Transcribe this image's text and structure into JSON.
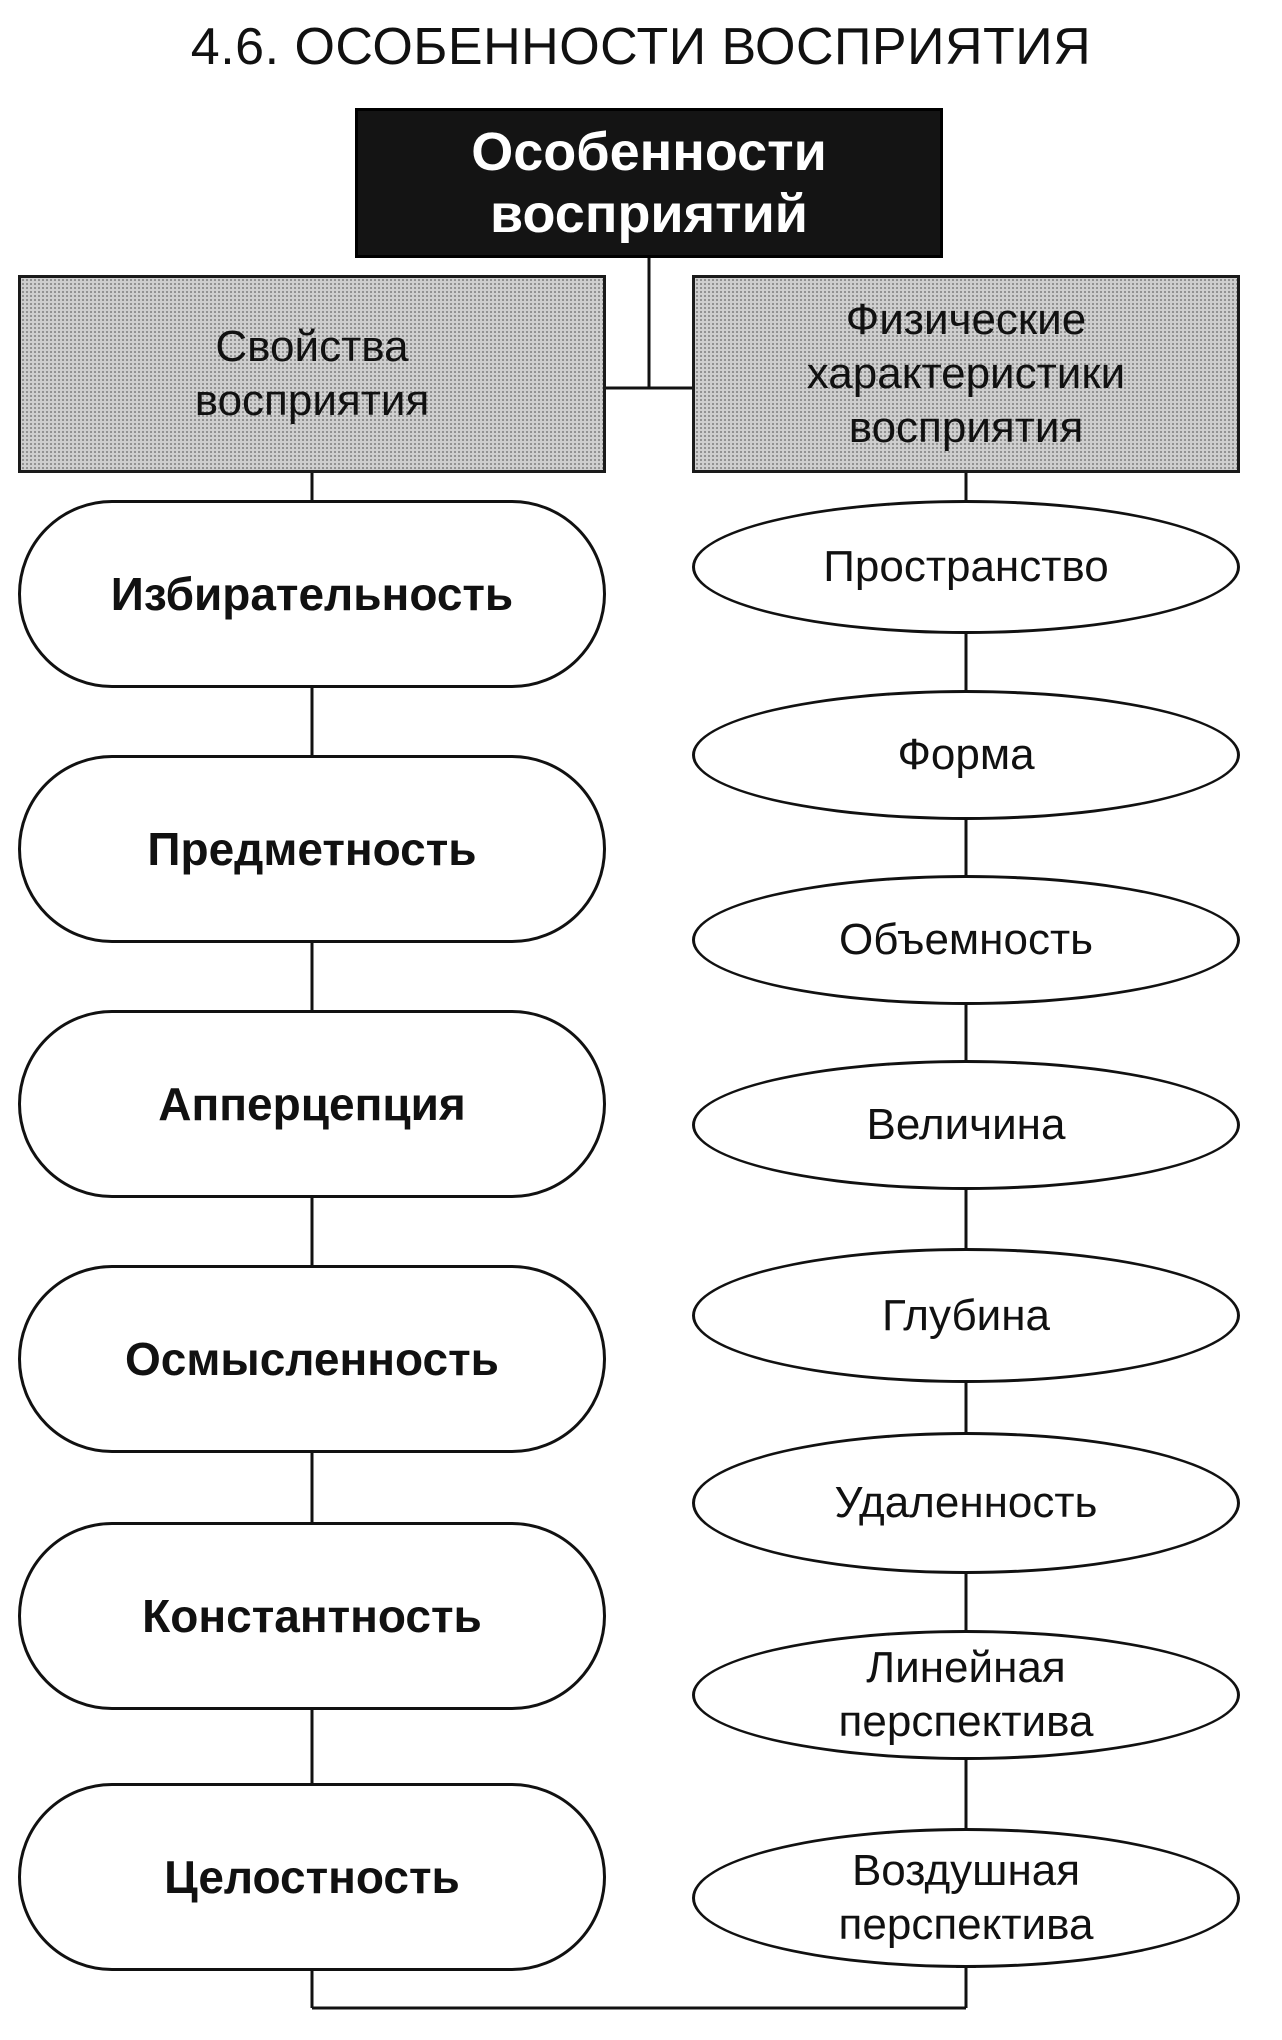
{
  "title": "4.6. ОСОБЕННОСТИ ВОСПРИЯТИЯ",
  "root": {
    "line1": "Особенности",
    "line2": "восприятий"
  },
  "categories": {
    "left": {
      "line1": "Свойства",
      "line2": "восприятия"
    },
    "right": {
      "line1": "Физические",
      "line2": "характеристики",
      "line3": "восприятия"
    }
  },
  "properties": [
    "Избирательность",
    "Предметность",
    "Апперцепция",
    "Осмысленность",
    "Константность",
    "Целостность"
  ],
  "characteristics": [
    {
      "line1": "Пространство"
    },
    {
      "line1": "Форма"
    },
    {
      "line1": "Объемность"
    },
    {
      "line1": "Величина"
    },
    {
      "line1": "Глубина"
    },
    {
      "line1": "Удаленность"
    },
    {
      "line1": "Линейная",
      "line2": "перспектива"
    },
    {
      "line1": "Воздушная",
      "line2": "перспектива"
    }
  ]
}
